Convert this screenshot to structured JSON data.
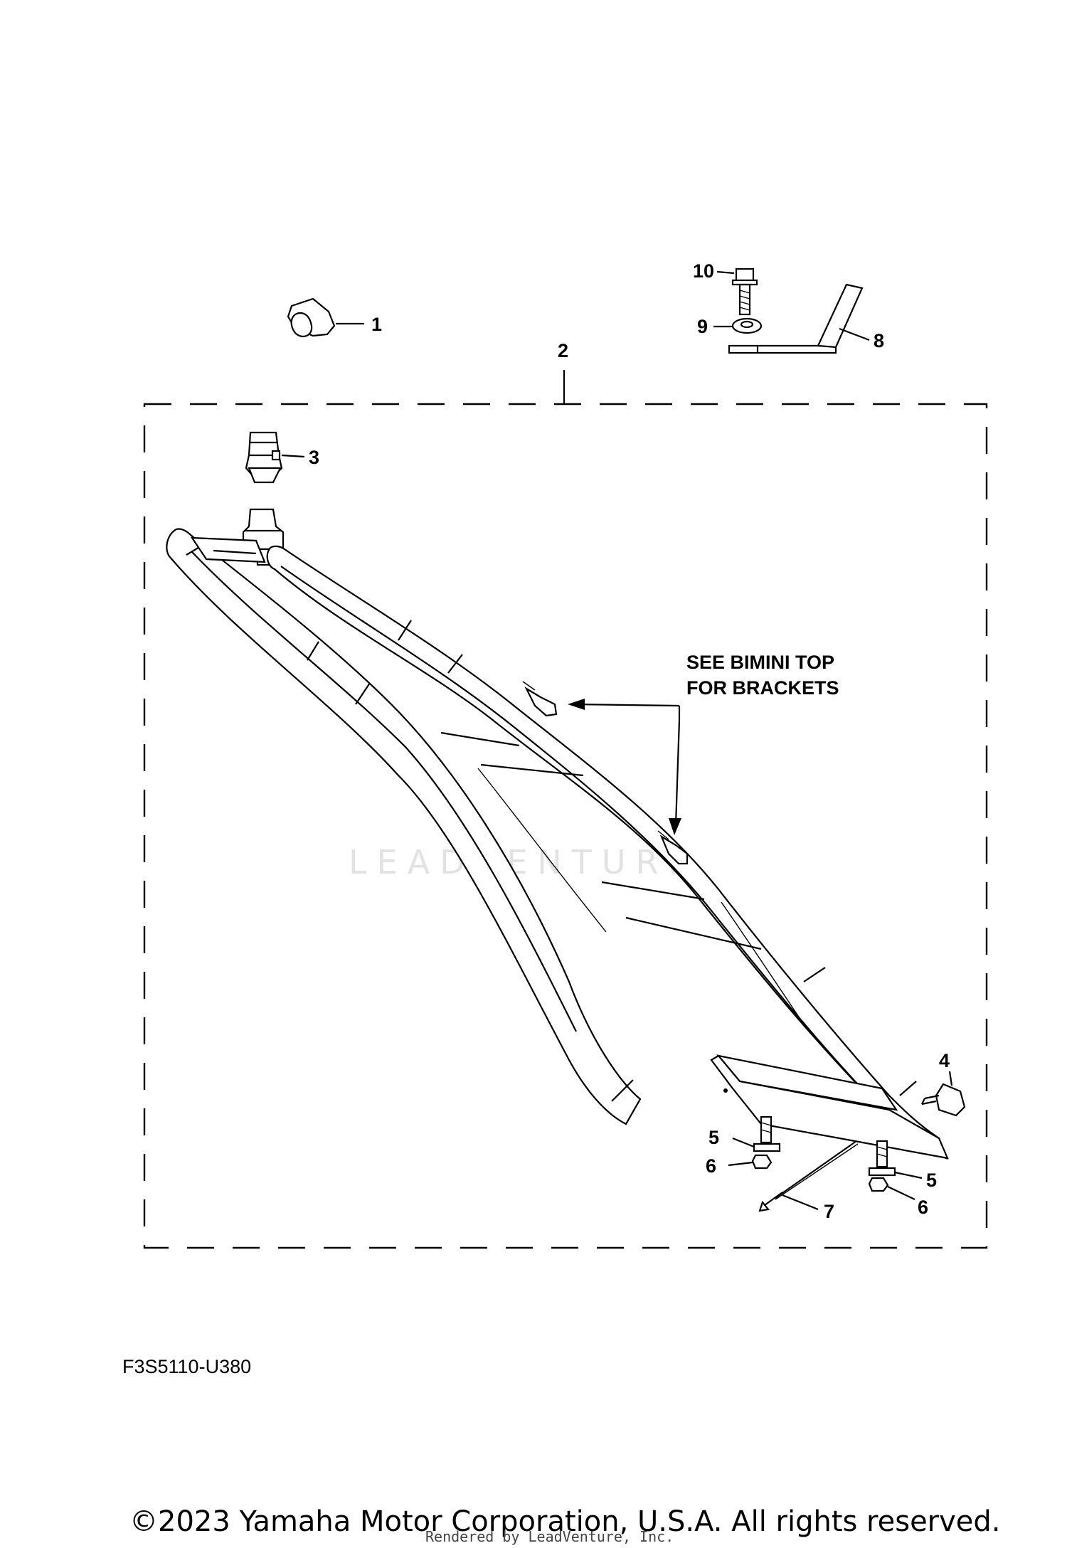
{
  "callouts": {
    "c1": "1",
    "c2": "2",
    "c3": "3",
    "c4": "4",
    "c5a": "5",
    "c5b": "5",
    "c6a": "6",
    "c6b": "6",
    "c7": "7",
    "c8": "8",
    "c9": "9",
    "c10": "10"
  },
  "note": {
    "line1": "SEE BIMINI TOP",
    "line2": "FOR BRACKETS"
  },
  "watermark": "LEADVENTURE",
  "diagram_code": "F3S5110-U380",
  "copyright": "©2023 Yamaha Motor Corporation, U.S.A. All rights reserved.",
  "rendered_by": "Rendered by LeadVenture, Inc."
}
